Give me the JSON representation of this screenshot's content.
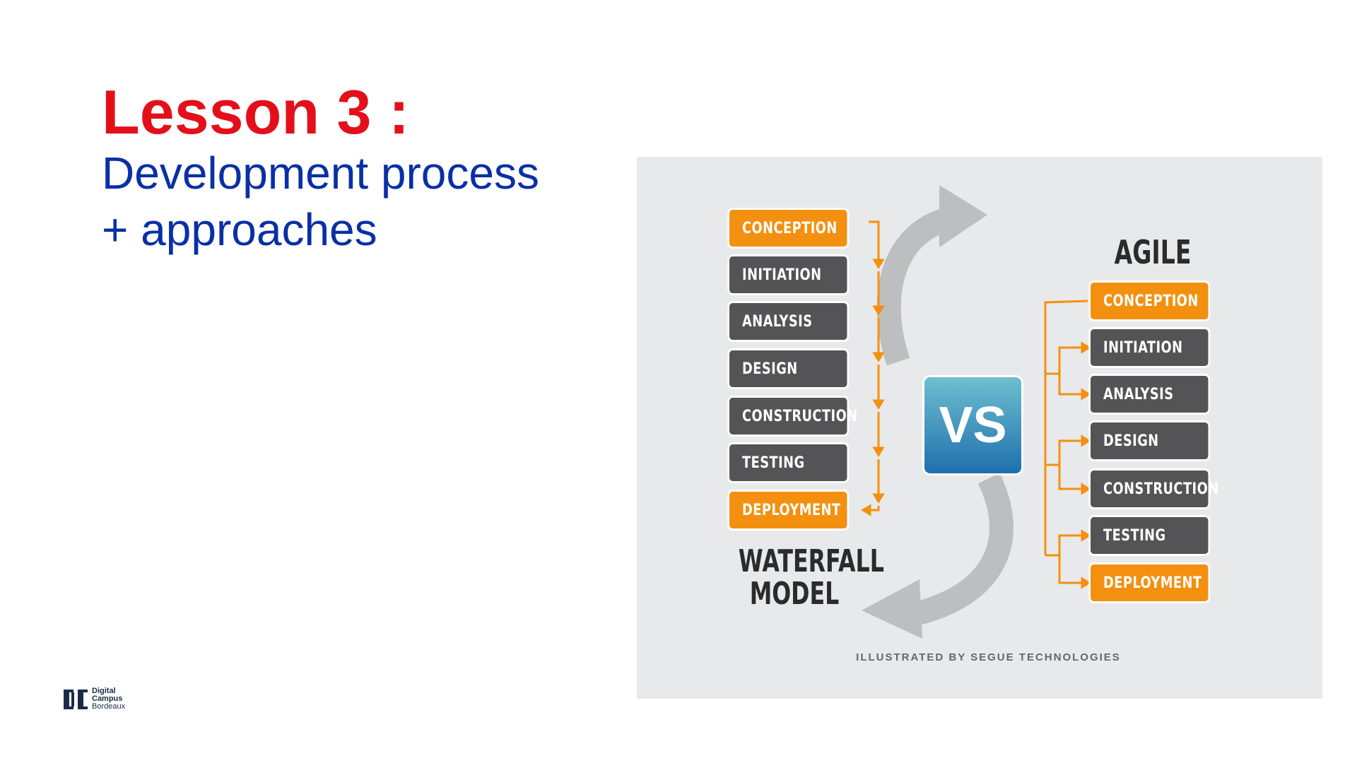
{
  "title": "Lesson 3 :",
  "subtitle_lines": [
    "Development process",
    "+ approaches"
  ],
  "diagram": {
    "waterfall_steps": [
      "CONCEPTION",
      "INITIATION",
      "ANALYSIS",
      "DESIGN",
      "CONSTRUCTION",
      "TESTING",
      "DEPLOYMENT"
    ],
    "agile_steps": [
      "CONCEPTION",
      "INITIATION",
      "ANALYSIS",
      "DESIGN",
      "CONSTRUCTION",
      "TESTING",
      "DEPLOYMENT"
    ],
    "waterfall_label": [
      "WATERFALL",
      "MODEL"
    ],
    "agile_label": "AGILE",
    "vs_label": "VS",
    "credit": "ILLUSTRATED BY SEGUE TECHNOLOGIES",
    "colors": {
      "orange": "#f3900f",
      "dark": "#545457",
      "arrow": "#bdbec0"
    }
  },
  "logo": {
    "mark": "DC",
    "lines": [
      "Digital",
      "Campus",
      "Bordeaux"
    ]
  }
}
